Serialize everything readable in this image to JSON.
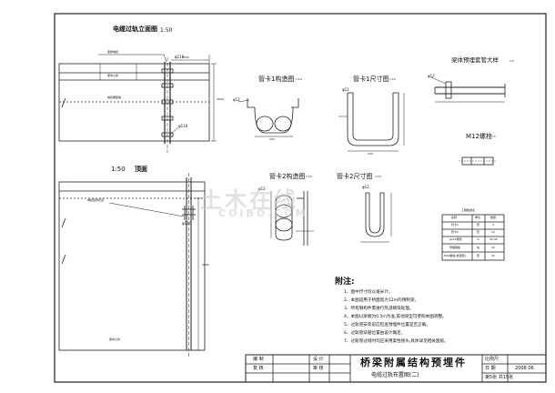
{
  "views": {
    "cable_elevation_title": "电缆过轨立面图",
    "cable_elevation_scale": "1:50",
    "top_view_scale": "1:50",
    "top_view_title": "顶面",
    "clip1_structure": "管卡1构造图",
    "clip1_structure_scale": "1:10",
    "clip1_dimension": "管卡1尺寸图",
    "clip1_dimension_scale": "1:10",
    "clip2_structure": "管卡2构造图",
    "clip2_structure_scale": "1:10",
    "clip2_dimension": "管卡2尺寸图",
    "clip2_dimension_scale": "1:10",
    "beam_detail": "梁体预埋套管大样",
    "beam_detail_scale": "1:5",
    "nut_title": "M12螺栓",
    "nut_scale": "1:5"
  },
  "labels": {
    "beam_side_cable": "梁侧电缆",
    "beam_center_line": "梁中心线",
    "cable_trough": "电缆槽竖墙",
    "cable_through_pipe": "电缆竖井管道",
    "d110": "φ110",
    "d12": "φ12",
    "dim_200": "200",
    "dim_1500": "1500",
    "dim_3000": "3000",
    "dim_4000": "4000"
  },
  "quantity_table": {
    "title": "工程数量表",
    "headers": [
      "名称",
      "单位",
      "数量"
    ],
    "rows": [
      [
        "管卡1",
        "套",
        "4"
      ],
      [
        "管卡2",
        "套",
        "12"
      ],
      [
        "φ110钢管",
        "m",
        "26.38"
      ],
      [
        "预埋钢板",
        "块",
        "32"
      ],
      [
        "M12螺栓(含垫圈)",
        "套",
        "32"
      ]
    ]
  },
  "notes": {
    "heading": "附注:",
    "items": [
      "1、图中尺寸均以毫米计。",
      "2、本图适用于桥面宽为12m的预制梁。",
      "3、所有钢构件需进行热浸镀锌处理。",
      "4、本图以梁端为0.5m为准,其他梁型可参照本图调整。",
      "5、过轨管安装前应检查预埋件位置是否正确。",
      "6、过轨管穿越位置由设计确定。",
      "7、过轨管过缝时均应采用柔性接头,具体详见相关图纸。"
    ]
  },
  "title_block": {
    "draw": "编  制",
    "design": "设  计",
    "review": "复  核",
    "check": "审  核",
    "main_title": "桥梁附属结构预埋件",
    "sub_title": "电缆过轨布置图(二)",
    "scale_label": "比例尺",
    "date_label": "日  期",
    "date_value": "2008.06",
    "sheet_info": "第5张 共15张"
  },
  "watermark": "土木在线",
  "watermark_sub": "COIBO.COM"
}
